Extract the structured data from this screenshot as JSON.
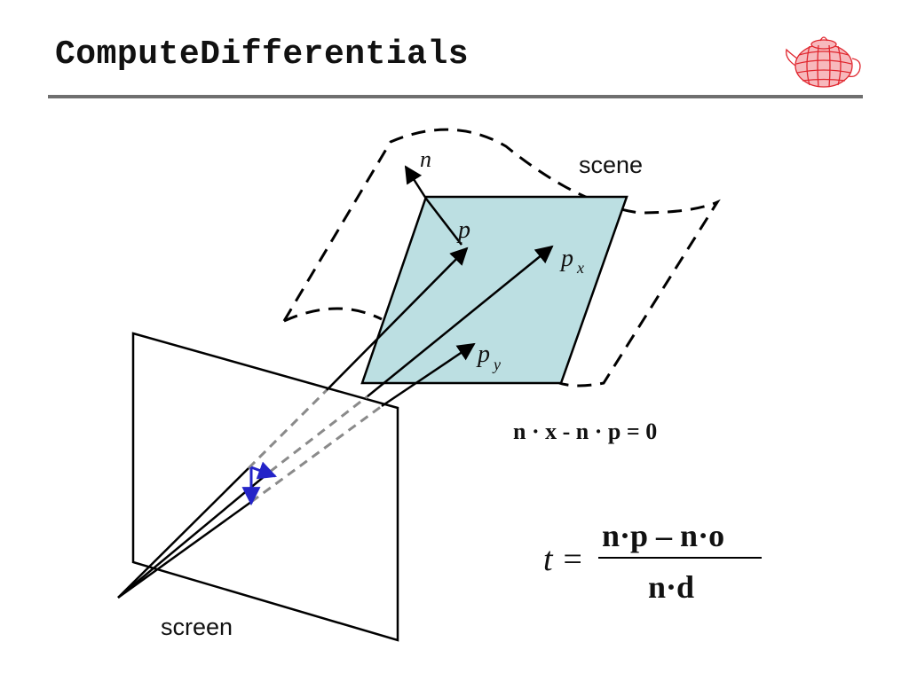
{
  "slide": {
    "title": "ComputeDifferentials"
  },
  "diagram": {
    "labels": {
      "scene": "scene",
      "screen": "screen",
      "normal": "n",
      "point": "p",
      "point_x": "p",
      "point_x_sub": "x",
      "point_y": "p",
      "point_y_sub": "y"
    },
    "plane_equation": "n · x - n · p = 0",
    "formula": {
      "lhs": "t =",
      "numerator": "n·p – n·o",
      "denominator": "n·d"
    },
    "colors": {
      "plane_fill": "#bcdfe2",
      "ray_dashed": "#8a8a8a",
      "pixel_marker": "#2424c8",
      "logo_red": "#e0262e"
    }
  }
}
